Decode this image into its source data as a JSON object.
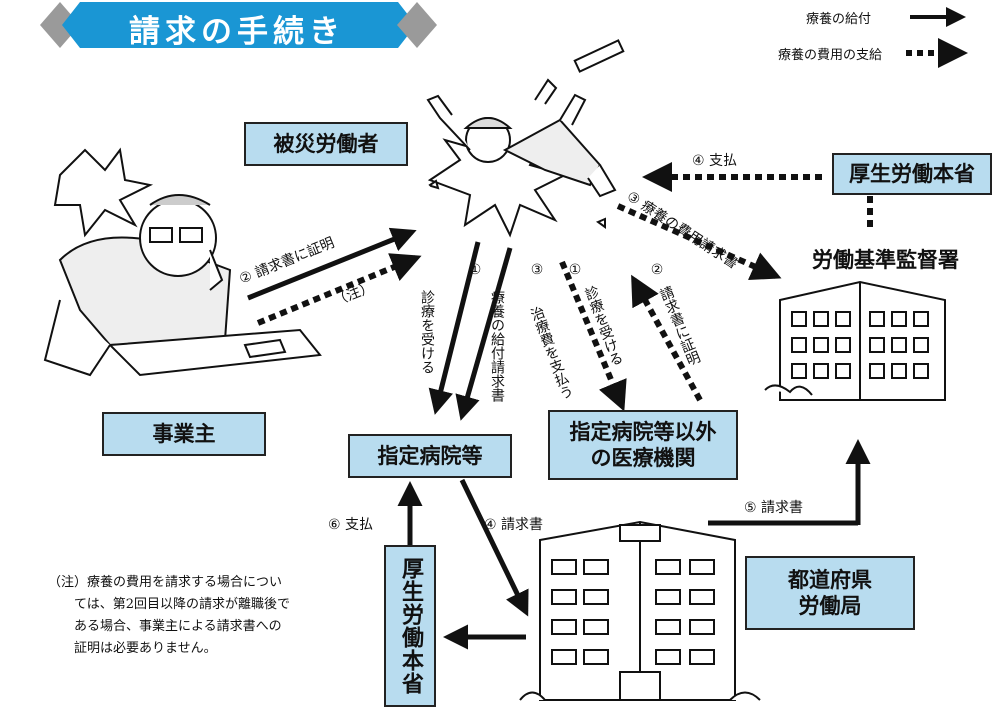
{
  "title": "請求の手続き",
  "colors": {
    "title_bg": "#1a96d4",
    "title_diamond": "#9a9a9a",
    "box_fill": "#b8dcef",
    "line": "#111111"
  },
  "legend": {
    "solid_label": "療養の給付",
    "dotted_label": "療養の費用の支給"
  },
  "nodes": {
    "worker": "被災労働者",
    "employer": "事業主",
    "designated_hospital": "指定病院等",
    "other_medical_line1": "指定病院等以外",
    "other_medical_line2": "の医療機関",
    "ministry_top": "厚生労働本省",
    "labor_office": "労働基準監督署",
    "prefectural_line1": "都道府県",
    "prefectural_line2": "労働局",
    "ministry_bottom": "厚生労働本省"
  },
  "arrows": {
    "a1_num": "②",
    "a1_text": "請求書に証明",
    "a2_text": "（注）",
    "a3_num": "①",
    "a3_text": "診療を受ける",
    "a4_num": "③",
    "a4_text": "療養の給付請求書",
    "a5_num": "①",
    "a5_text": "診療を受ける",
    "a5b_text": "治療費を支払う",
    "a6_num": "②",
    "a6_text": "請求書に証明",
    "a7_num": "③",
    "a7_text": "療養の費用請求書",
    "a8_text": "④ 支払",
    "a9_text": "④ 請求書",
    "a10_text": "⑤ 請求書",
    "a11_text": "⑥ 支払"
  },
  "note": {
    "line1": "（注）療養の費用を請求する場合につい",
    "line2": "ては、第2回目以降の請求が離職後で",
    "line3": "ある場合、事業主による請求書への",
    "line4": "証明は必要ありません。"
  }
}
